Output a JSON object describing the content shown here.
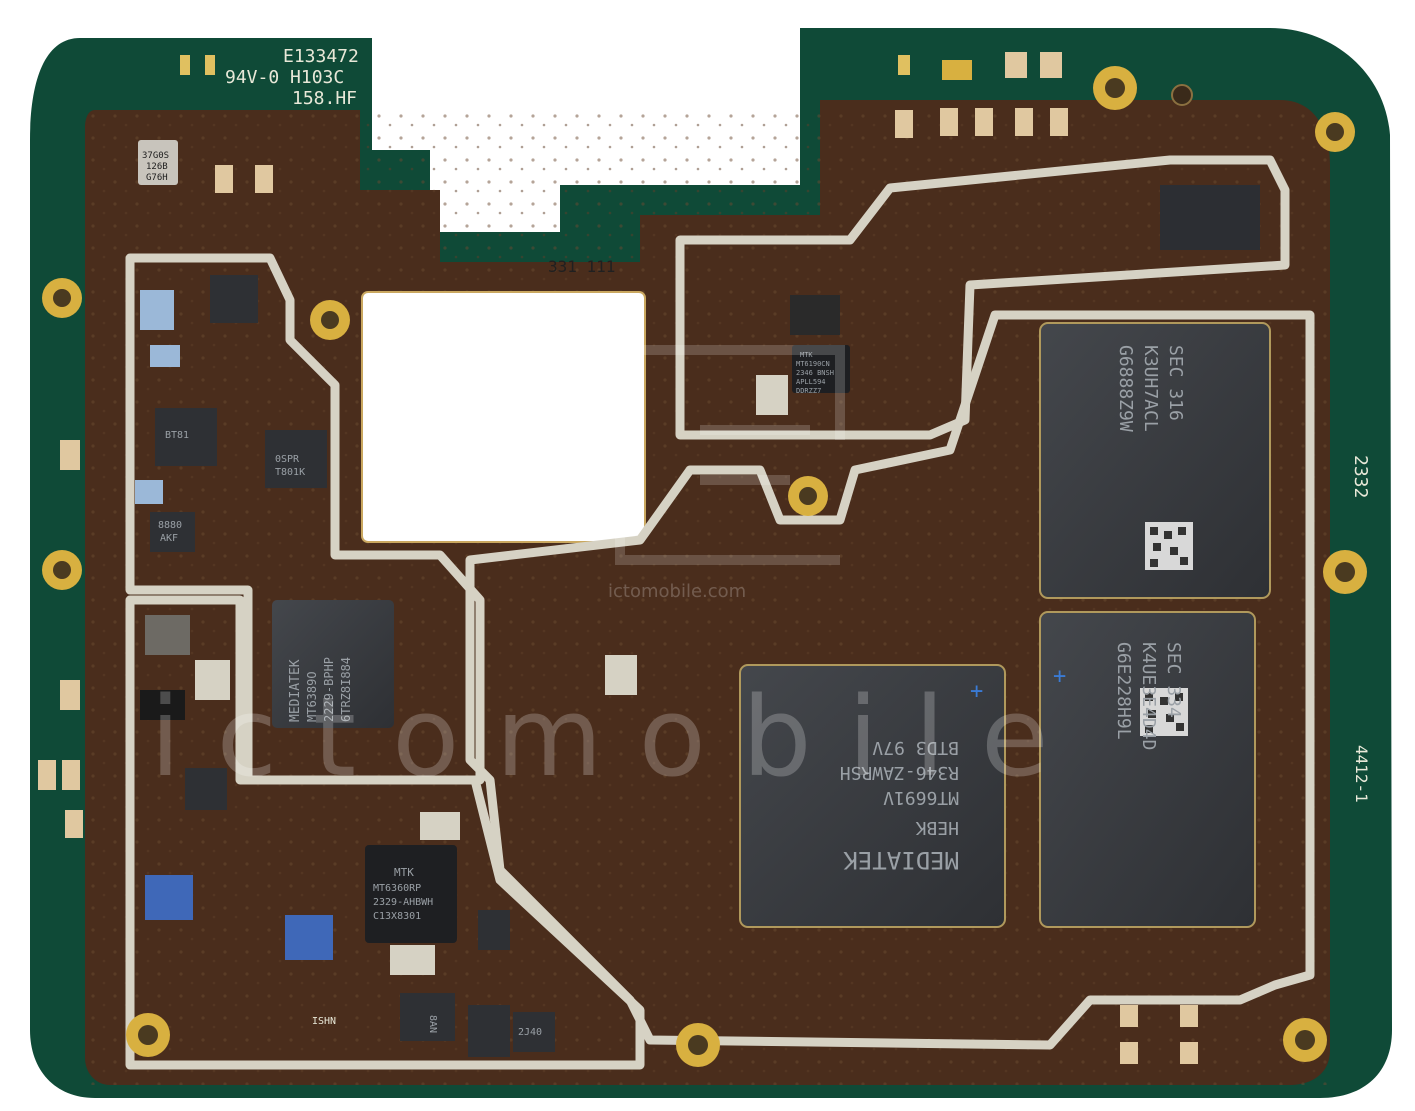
{
  "silkscreen": {
    "cert_line1": "E133472",
    "cert_line2": "94V-0 H103C",
    "cert_line3": "158.HF",
    "board_code": "331 111",
    "date_code": "2332",
    "rev_code": "4412-1"
  },
  "chips": {
    "soc": {
      "line1": "MEDIATEK",
      "line2": "MT6691V",
      "line3": "R346-ZAWRSH",
      "line4": "BTD3 97V",
      "line5": "HEBK"
    },
    "ram": {
      "line1": "SEC 334",
      "line2": "K4UE3E4D4D",
      "line3": "G6E228H9L"
    },
    "ufs": {
      "line1": "SEC 316",
      "line2": "K3UH7ACL",
      "line3": "G6888Z9W"
    },
    "modem_pmic": {
      "line1": "MEDIATEK",
      "line2": "MT6389O",
      "line3": "2229-BPHP",
      "line4": "6TRZ8I884"
    },
    "pmic": {
      "line1": "MTK",
      "line2": "MT6360RP",
      "line3": "2329-AHBWH",
      "line4": "C13X8301"
    },
    "rf_small": {
      "line1": "MTK",
      "line2": "MT6190CN",
      "line3": "2346 BNSH",
      "line4": "APLL594",
      "line5": "DDRZZ7"
    },
    "ic_37g": {
      "line1": "37G0S",
      "line2": "126B",
      "line3": "G76H"
    },
    "ic_8880": {
      "line1": "8880",
      "line2": "AKF"
    },
    "ic_t801": {
      "line1": "0SPR",
      "line2": "T801K"
    },
    "ic_b1": {
      "line1": "BT81"
    },
    "ic_ishn": {
      "line1": "ISHN"
    },
    "ic_8an": {
      "line1": "8AN"
    },
    "ic_2j": {
      "line1": "2J40"
    }
  },
  "watermark": {
    "url": "ictomobile.com",
    "word": "ictomobile"
  },
  "colors": {
    "pcb_green": "#0f4a37",
    "pcb_copper": "#4a2d1c",
    "shield_silver": "#d6d2c4",
    "chip_grey": "#3a3c40",
    "gold_pad": "#d8b040"
  }
}
